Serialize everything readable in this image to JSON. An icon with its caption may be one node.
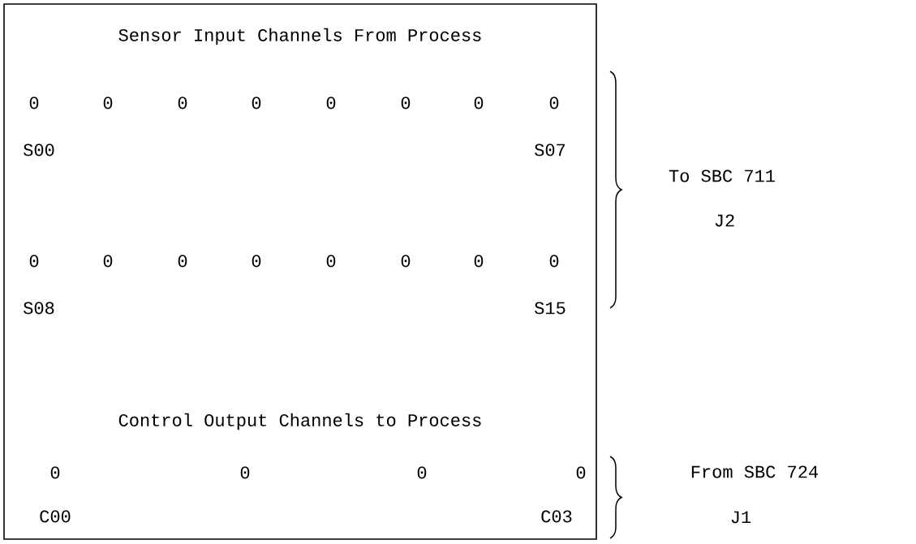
{
  "diagram": {
    "nodes": [
      {
        "text": [
          "Sensor Input Channels From Process",
          "Control Output Channels to Process"
        ]
      }
    ],
    "edges": [],
    "labels": [
      "0",
      "0",
      "0",
      "0",
      "0",
      "0",
      "0",
      "0",
      "S00",
      "S07",
      "To SBC 711",
      "J2",
      "0",
      "0",
      "0",
      "0",
      "0",
      "0",
      "0",
      "0",
      "S08",
      "S15",
      "0",
      "0",
      "0",
      "0",
      "From SBC 724",
      "C00",
      "C03",
      "J1"
    ]
  }
}
